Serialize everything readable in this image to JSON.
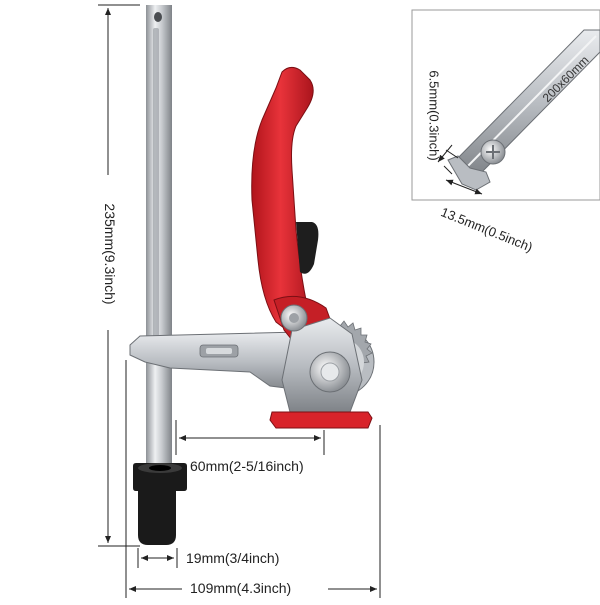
{
  "dimensions": {
    "height_label": "235mm(9.3inch)",
    "jaw_depth_label": "60mm(2-5/16inch)",
    "rail_diameter_label": "19mm(3/4inch)",
    "total_width_label": "109mm(4.3inch)",
    "tslot_height_label": "6.5mm(0.3inch)",
    "tslot_width_label": "13.5mm(0.5inch)"
  },
  "detail": {
    "rail_marking": "200x60mm"
  },
  "colors": {
    "handle_red": "#d8232a",
    "steel": "#c9ccd0",
    "steel_dark": "#8d9196",
    "frame_border": "#9a9a9a",
    "dimension_line": "#222222",
    "foot_black": "#1a1a1a"
  }
}
